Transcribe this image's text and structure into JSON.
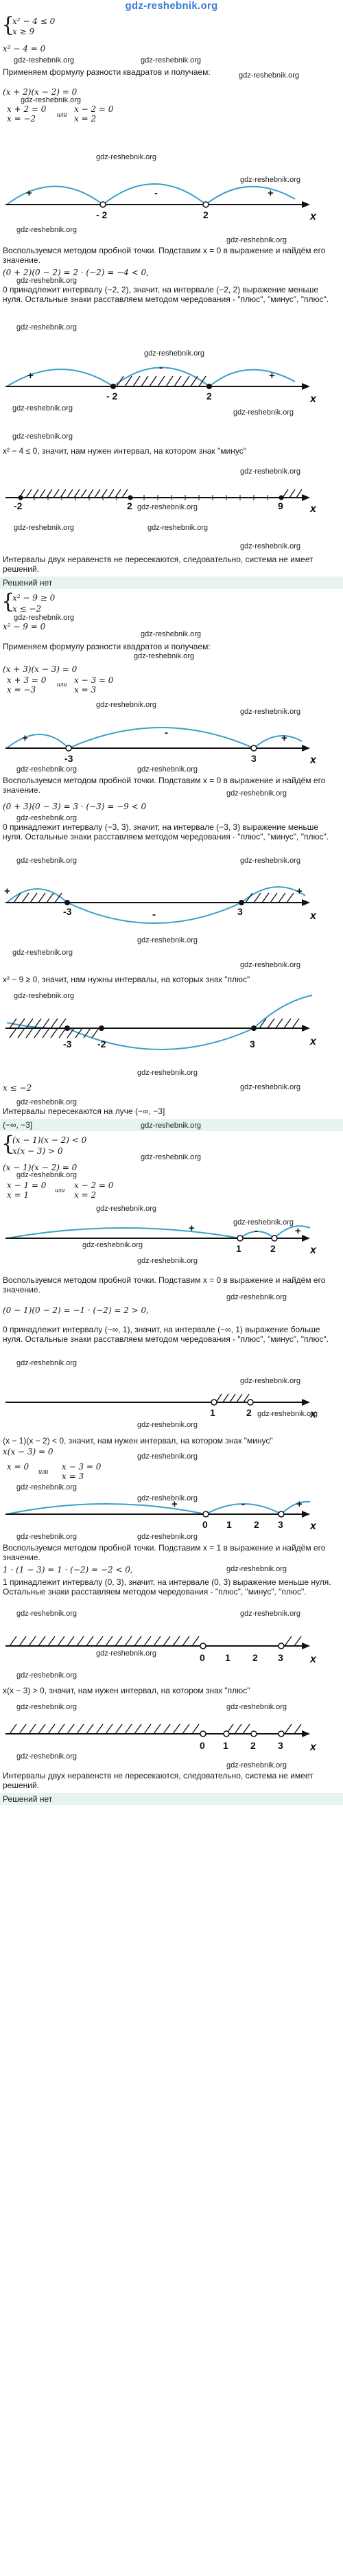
{
  "site_header": "gdz-reshebnik.org",
  "watermark": "gdz-reshebnik.org",
  "part1": {
    "system_line1": "x² − 4 ≤ 0",
    "system_line2": "x ≥ 9",
    "eq1": "x² − 4 = 0",
    "t1": "Применяем формулу разности квадратов и получаем:",
    "eq2": "(x + 2)(x − 2) = 0",
    "eq3a": "x + 2 = 0",
    "or": "или",
    "eq3b": "x − 2 = 0",
    "eq4a": "x = −2",
    "eq4b": "x = 2",
    "axis1": {
      "minus": "-",
      "labels": [
        "- 2",
        "2"
      ],
      "signs": [
        "+",
        "-",
        "+"
      ],
      "var": "x"
    },
    "t2": "Воспользуемся методом пробной точки. Подставим x = 0 в выражение и найдём его значение.",
    "eq5": "(0 + 2)(0 − 2) = 2 · (−2) = −4 < 0,",
    "t3": "0 принадлежит интервалу (−2, 2), значит, на интервале (−2, 2) выражение меньше нуля. Остальные знаки расставляем методом чередования - \"плюс\", \"минус\", \"плюс\".",
    "axis2": {
      "labels": [
        "- 2",
        "2"
      ],
      "signs": [
        "+",
        "-",
        "+"
      ],
      "var": "x"
    },
    "t4": "x² − 4 ≤ 0, значит, нам нужен интервал, на котором знак \"минус\"",
    "axis3": {
      "labels": [
        "-2",
        "2",
        "9"
      ],
      "var": "x"
    },
    "t5": "Интервалы двух неравенств не пересекаются, следовательно, система не имеет решений.",
    "answer": "Решений нет"
  },
  "part2": {
    "system_line1": "x² − 9 ≥ 0",
    "system_line2": "x ≤ −2",
    "eq1": "x² − 9 = 0",
    "t1": "Применяем формулу разности квадратов и получаем:",
    "eq2": "(x + 3)(x − 3) = 0",
    "eq3a": "x + 3 = 0",
    "or": "или",
    "eq3b": "x − 3 = 0",
    "eq4a": "x = −3",
    "eq4b": "x = 3",
    "axis1": {
      "labels": [
        "-3",
        "3"
      ],
      "signs": [
        "+",
        "-",
        "+"
      ],
      "var": "x"
    },
    "t2": "Воспользуемся методом пробной точки. Подставим x = 0 в выражение и найдём его значение.",
    "eq5": "(0 + 3)(0 − 3) = 3 · (−3) = −9 < 0",
    "t3": "0 принадлежит интервалу (−3, 3), значит, на интервале (−3, 3) выражение меньше нуля. Остальные знаки расставляем методом чередования - \"плюс\", \"минус\", \"плюс\".",
    "axis2": {
      "labels": [
        "-3",
        "3"
      ],
      "signs": [
        "+",
        "-",
        "+"
      ],
      "var": "x"
    },
    "t4": "x² − 9 ≥ 0, значит, нам нужны интервалы, на которых знак \"плюс\"",
    "axis3": {
      "labels": [
        "-3",
        "-2",
        "3"
      ],
      "var": "x"
    },
    "eq6": "x ≤ −2",
    "t5": "Интервалы пересекаются на луче (−∞, −3]",
    "answer": "(−∞, −3]"
  },
  "part3": {
    "system_line1": "(x − 1)(x − 2) < 0",
    "system_line2": "x(x − 3) > 0",
    "eq1": "(x − 1)(x − 2) = 0",
    "eq3a": "x − 1 = 0",
    "or": "или",
    "eq3b": "x − 2 = 0",
    "eq4a": "x = 1",
    "eq4b": "x = 2",
    "axis1": {
      "labels": [
        "1",
        "2"
      ],
      "signs": [
        "+",
        "-",
        "+"
      ],
      "var": "x"
    },
    "t2": "Воспользуемся методом пробной точки. Подставим x = 0 в выражение и найдём его значение.",
    "eq5": "(0 − 1)(0 − 2) = −1 · (−2) = 2 > 0,",
    "t3": "0 принадлежит интервалу (−∞, 1), значит, на интервале (−∞, 1) выражение больше нуля. Остальные знаки расставляем методом чередования - \"плюс\", \"минус\", \"плюс\".",
    "axis2": {
      "labels": [
        "1",
        "2"
      ],
      "var": "x"
    },
    "t4": "(x − 1)(x − 2) < 0, значит, нам нужен интервал, на котором знак \"минус\"",
    "eq6": "x(x − 3) = 0",
    "eq7a": "x = 0",
    "eq7b": "x − 3 = 0",
    "eq8": "x = 3",
    "axis3": {
      "labels": [
        "0",
        "1",
        "2",
        "3"
      ],
      "signs": [
        "+",
        "-",
        "+"
      ],
      "var": "x"
    },
    "t5": "Воспользуемся методом пробной точки. Подставим x = 1 в выражение и найдём его значение.",
    "eq9": "1 · (1 − 3) = 1 · (−2) = −2 < 0,",
    "t6": "1 принадлежит интервалу (0, 3), значит, на интервале (0, 3) выражение меньше нуля. Остальные знаки расставляем методом чередования - \"плюс\", \"минус\", \"плюс\".",
    "axis4": {
      "labels": [
        "0",
        "1",
        "2",
        "3"
      ],
      "var": "x"
    },
    "t7": "x(x − 3) > 0, значит, нам нужен интервал, на котором знак \"плюс\"",
    "axis5": {
      "labels": [
        "0",
        "1",
        "2",
        "3"
      ],
      "var": "x"
    },
    "t8": "Интервалы двух неравенств не пересекаются, следовательно, система не имеет решений.",
    "answer": "Решений нет"
  },
  "colors": {
    "arc": "#3aa0c8",
    "answer_bg": "#e6f3ee",
    "header": "#3a7bd5"
  }
}
